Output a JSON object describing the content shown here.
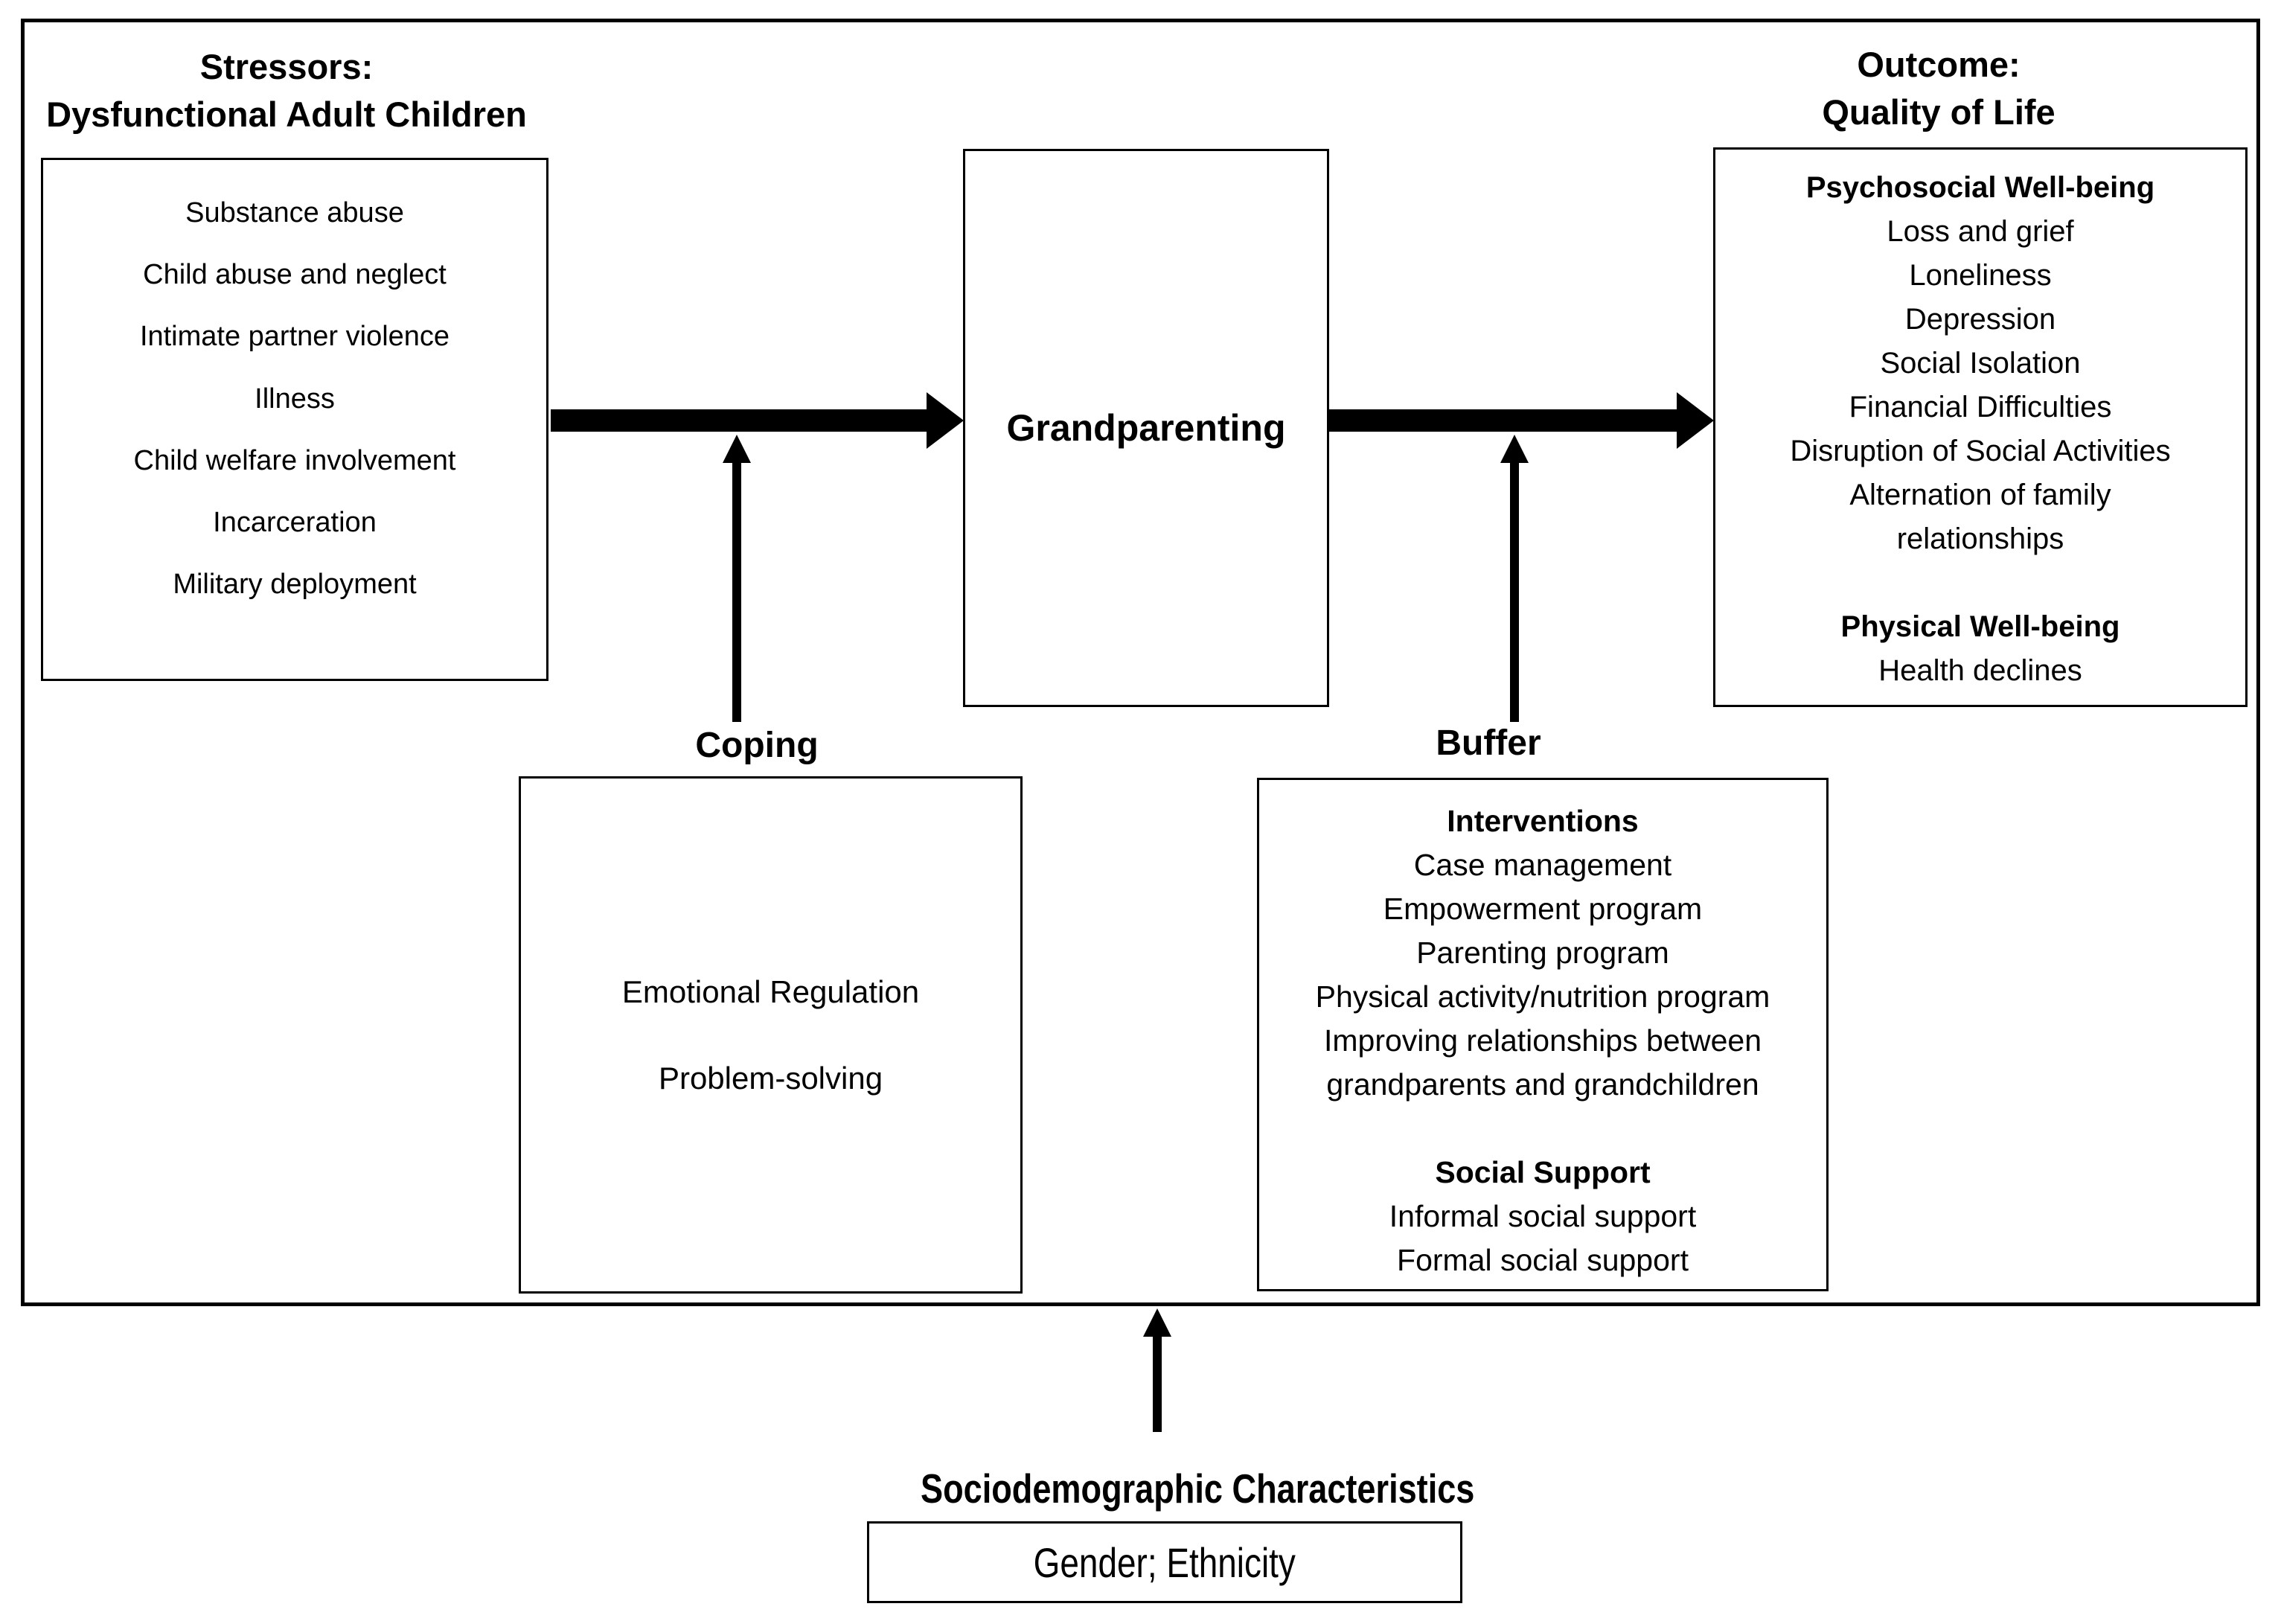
{
  "colors": {
    "ink": "#000000",
    "paper": "#ffffff"
  },
  "stressors": {
    "title_line1": "Stressors:",
    "title_line2": "Dysfunctional Adult Children",
    "items": [
      "Substance abuse",
      "Child abuse and neglect",
      "Intimate partner violence",
      "Illness",
      "Child welfare involvement",
      "Incarceration",
      "Military deployment"
    ]
  },
  "grandparenting": {
    "label": "Grandparenting"
  },
  "outcome": {
    "title_line1": "Outcome:",
    "title_line2": "Quality of Life",
    "sections": [
      {
        "heading": "Psychosocial Well-being",
        "items": [
          "Loss and grief",
          "Loneliness",
          "Depression",
          "Social Isolation",
          "Financial Difficulties",
          "Disruption of Social Activities",
          "Alternation of family\nrelationships"
        ]
      },
      {
        "heading": "Physical Well-being",
        "items": [
          "Health declines"
        ]
      }
    ]
  },
  "coping": {
    "label": "Coping",
    "items": [
      "Emotional Regulation",
      "Problem-solving"
    ]
  },
  "buffer": {
    "label": "Buffer",
    "sections": [
      {
        "heading": "Interventions",
        "items": [
          "Case management",
          "Empowerment program",
          "Parenting program",
          "Physical activity/nutrition program",
          "Improving relationships between\ngrandparents and grandchildren"
        ]
      },
      {
        "heading": "Social Support",
        "items": [
          "Informal social support",
          "Formal social support"
        ]
      }
    ]
  },
  "sociodemographic": {
    "label": "Sociodemographic Characteristics",
    "box_text": "Gender; Ethnicity"
  }
}
